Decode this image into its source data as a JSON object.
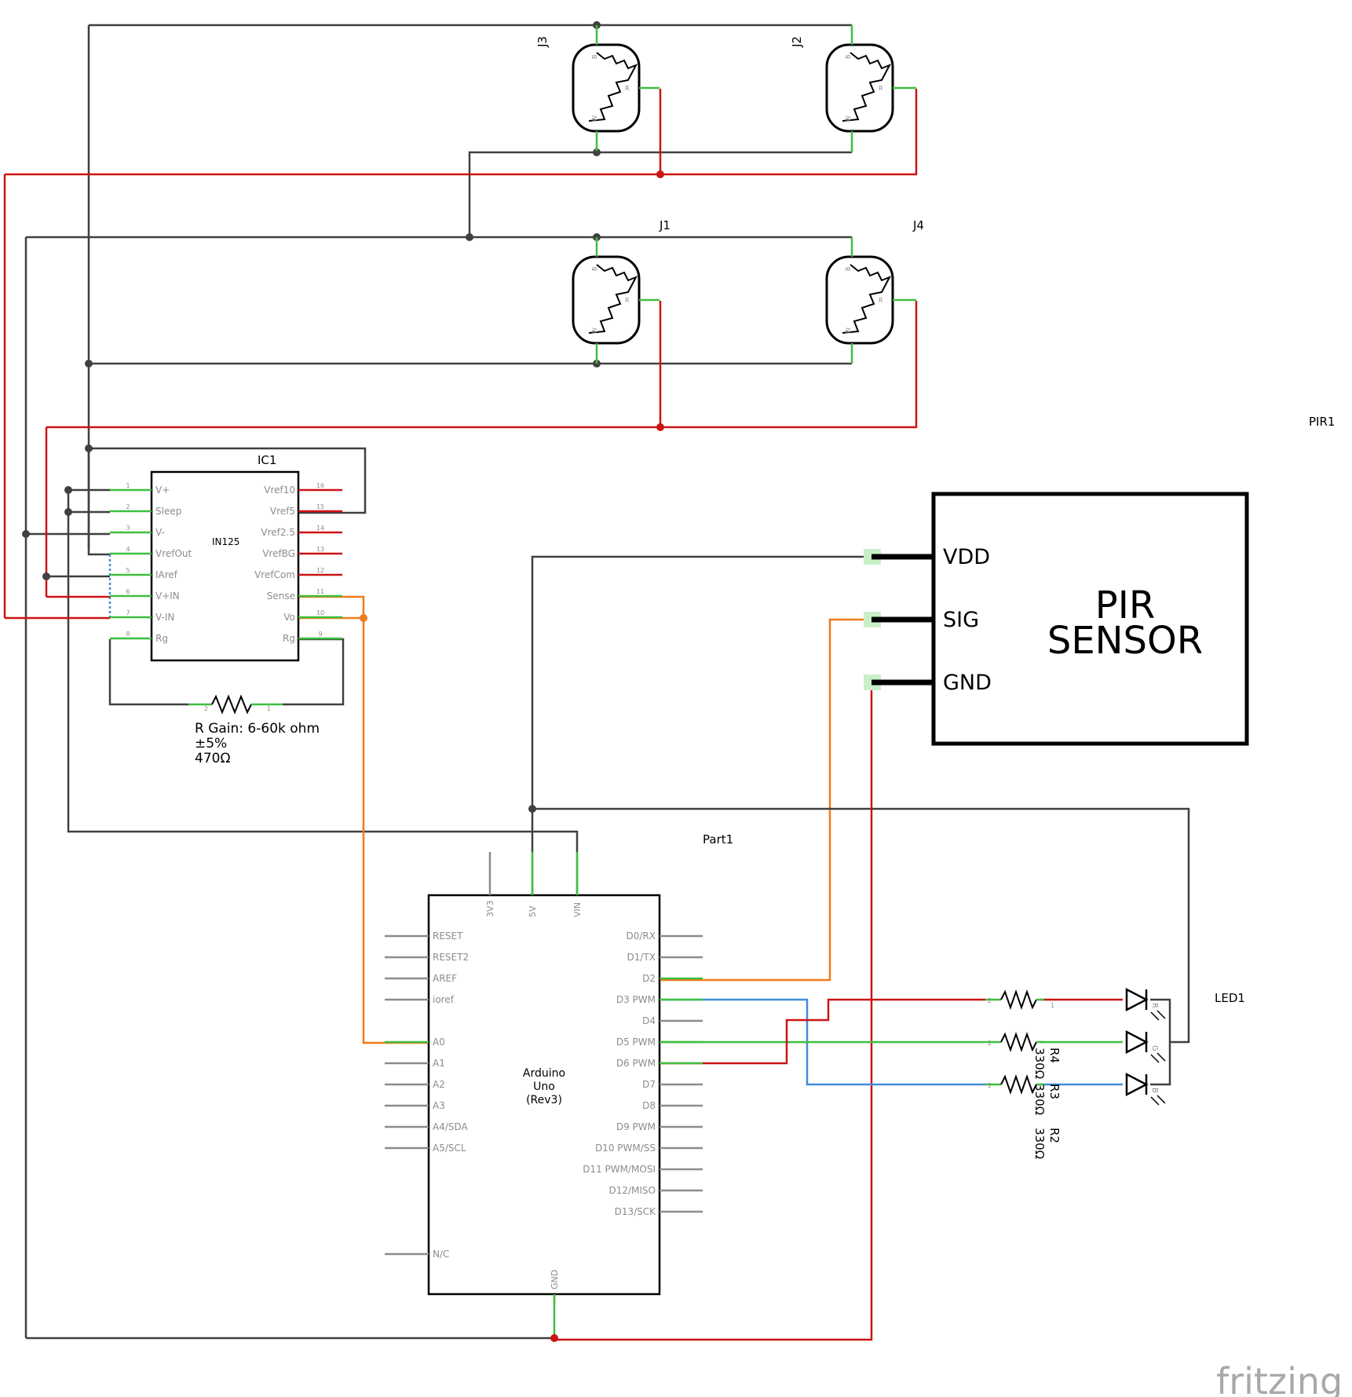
{
  "labels": {
    "j3": "J3",
    "j2": "J2",
    "j1": "J1",
    "j4": "J4",
    "pir1": "PIR1",
    "ic1": "IC1",
    "ic1_part": "IN125",
    "part1": "Part1",
    "led1": "LED1",
    "r_gain_line1": "R Gain: 6-60k ohm",
    "r_gain_line2": "±5%",
    "r_gain_line3": "470Ω",
    "r4": "R4",
    "r3": "R3",
    "r2": "R2",
    "r_value": "330Ω",
    "fritzing": "fritzing"
  },
  "loadcell_pins": {
    "b": "B",
    "r": "R",
    "w": "W"
  },
  "ic1_left_pins": [
    {
      "num": "1",
      "name": "V+"
    },
    {
      "num": "2",
      "name": "Sleep"
    },
    {
      "num": "3",
      "name": "V-"
    },
    {
      "num": "4",
      "name": "VrefOut"
    },
    {
      "num": "5",
      "name": "IAref"
    },
    {
      "num": "6",
      "name": "V+IN"
    },
    {
      "num": "7",
      "name": "V-IN"
    },
    {
      "num": "8",
      "name": "Rg"
    }
  ],
  "ic1_right_pins": [
    {
      "num": "16",
      "name": "Vref10"
    },
    {
      "num": "15",
      "name": "Vref5"
    },
    {
      "num": "14",
      "name": "Vref2.5"
    },
    {
      "num": "13",
      "name": "VrefBG"
    },
    {
      "num": "12",
      "name": "VrefCom"
    },
    {
      "num": "11",
      "name": "Sense"
    },
    {
      "num": "10",
      "name": "Vo"
    },
    {
      "num": "9",
      "name": "Rg"
    }
  ],
  "resistor_pins": {
    "pin1": "1",
    "pin2": "2"
  },
  "pir": {
    "title_line1": "PIR",
    "title_line2": "SENSOR",
    "pins": [
      "VDD",
      "SIG",
      "GND"
    ]
  },
  "arduino": {
    "name_line1": "Arduino",
    "name_line2": "Uno",
    "name_line3": "(Rev3)",
    "top_pins": [
      "3V3",
      "5V",
      "VIN"
    ],
    "bottom_pin": "GND",
    "left_pins": [
      "RESET",
      "RESET2",
      "AREF",
      "ioref",
      "A0",
      "A1",
      "A2",
      "A3",
      "A4/SDA",
      "A5/SCL",
      "N/C"
    ],
    "right_pins": [
      "D0/RX",
      "D1/TX",
      "D2",
      "D3 PWM",
      "D4",
      "D5 PWM",
      "D6 PWM",
      "D7",
      "D8",
      "D9 PWM",
      "D10 PWM/SS",
      "D11 PWM/MOSI",
      "D12/MISO",
      "D13/SCK"
    ]
  },
  "led_pins": [
    "R",
    "G",
    "B"
  ]
}
